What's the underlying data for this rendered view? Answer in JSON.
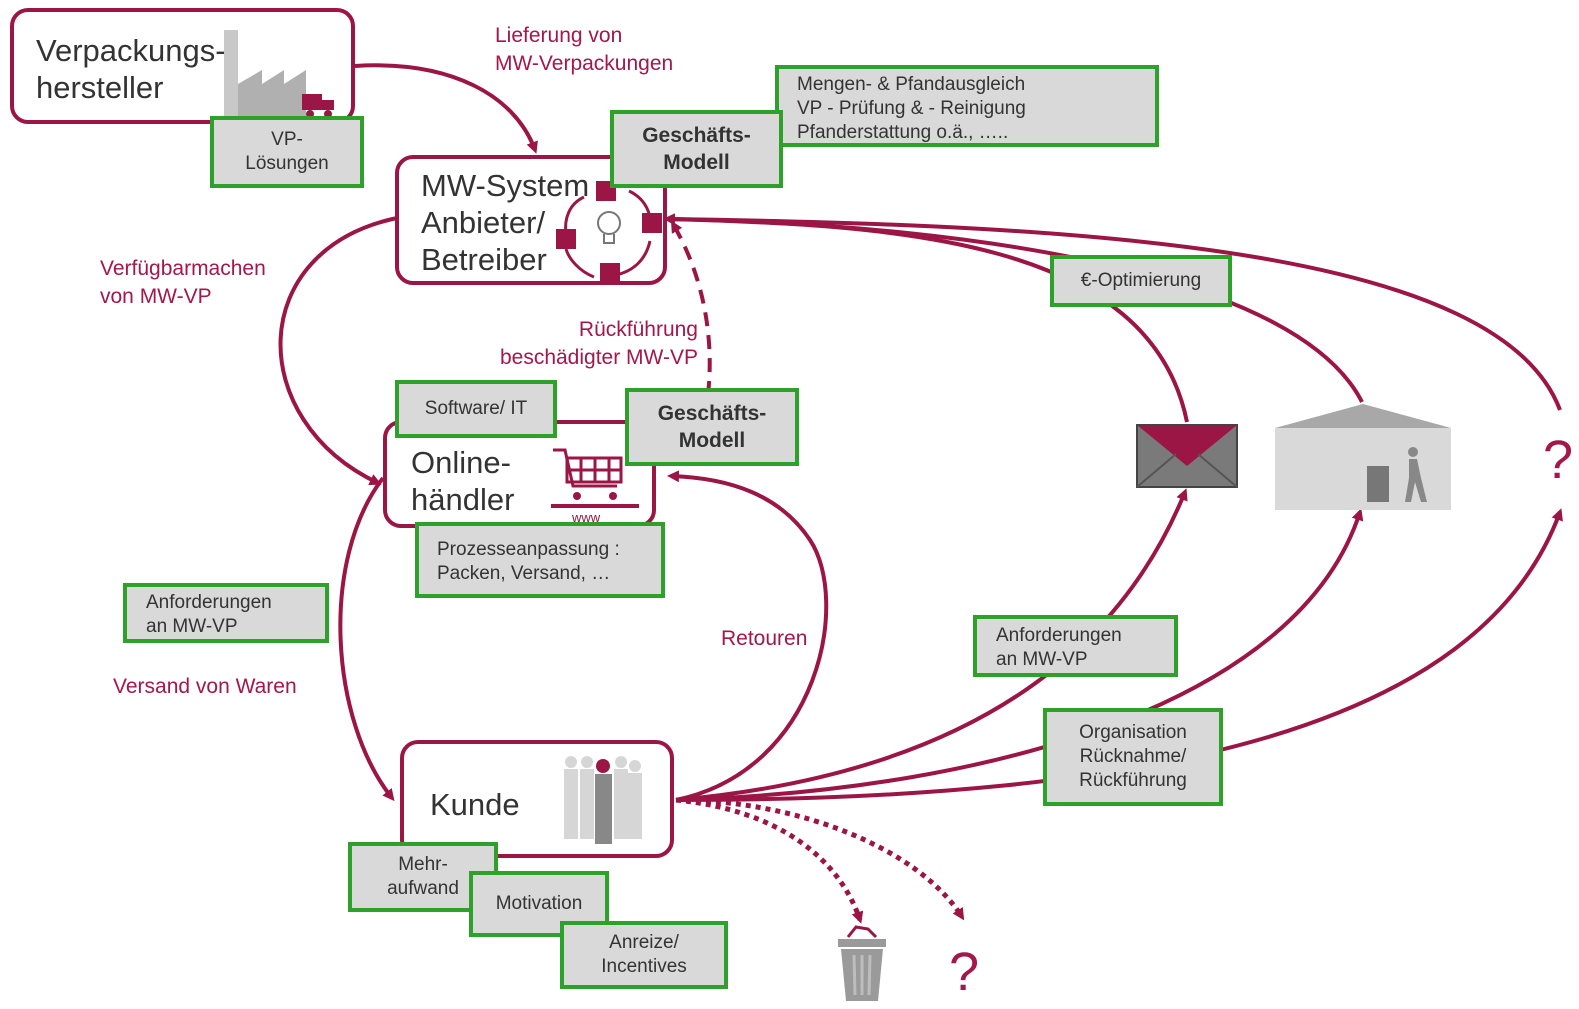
{
  "actors": {
    "manufacturer": "Verpackungs-\nhersteller",
    "system": "MW-System\nAnbieter/\nBetreiber",
    "retailer": "Online-\nhändler",
    "customer": "Kunde"
  },
  "boxes": {
    "vp_solutions": "VP-\nLösungen",
    "business_model_1": "Geschäfts-\nModell",
    "services": "Mengen- & Pfandausgleich\nVP - Prüfung & - Reinigung\nPfanderstattung o.ä., …..",
    "software": "Software/ IT",
    "business_model_2": "Geschäfts-\nModell",
    "process": "Prozesseanpassung :\nPacken, Versand, …",
    "requirements_left": "Anforderungen\nan MW-VP",
    "euro_optimization": "€-Optimierung",
    "requirements_right": "Anforderungen\nan MW-VP",
    "organisation": "Organisation\nRücknahme/\nRückführung",
    "extra_effort": "Mehr-\naufwand",
    "motivation": "Motivation",
    "incentives": "Anreize/\nIncentives"
  },
  "labels": {
    "delivery": "Lieferung von\nMW-Verpackungen",
    "provision": "Verfügbarmachen\nvon MW-VP",
    "return_damaged": "Rückführung\nbeschädigter MW-VP",
    "shipping": "Versand von Waren",
    "returns": "Retouren",
    "question_right": "?",
    "question_bottom": "?"
  },
  "icons": {
    "manufacturer": "factory-truck-icon",
    "system": "cycle-lightbulb-icon",
    "retailer": "shopping-cart-www-icon",
    "customer": "people-group-icon",
    "mail": "envelope-icon",
    "depot": "warehouse-person-icon",
    "trash": "trash-can-icon",
    "www_text": "www"
  },
  "colors": {
    "accent": "#9b1545",
    "box_border": "#2ea12b",
    "box_fill": "#d9d9d9"
  }
}
